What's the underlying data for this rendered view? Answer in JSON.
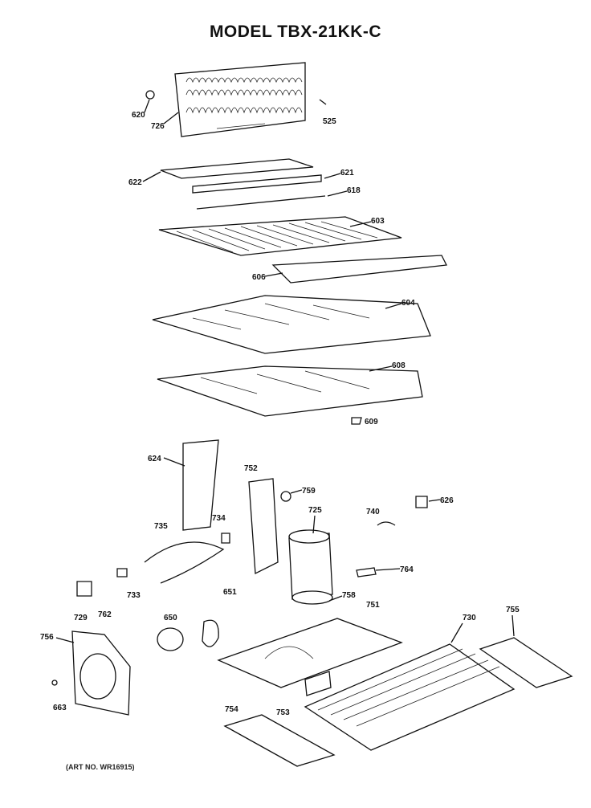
{
  "title": "MODEL TBX-21KK-C",
  "art_number": "(ART NO. WR16915)",
  "callouts": [
    "620",
    "726",
    "525",
    "622",
    "621",
    "618",
    "603",
    "606",
    "604",
    "608",
    "609",
    "624",
    "752",
    "759",
    "725",
    "626",
    "740",
    "735",
    "734",
    "733",
    "764",
    "729",
    "762",
    "756",
    "650",
    "651",
    "758",
    "751",
    "730",
    "755",
    "663",
    "754",
    "753"
  ]
}
